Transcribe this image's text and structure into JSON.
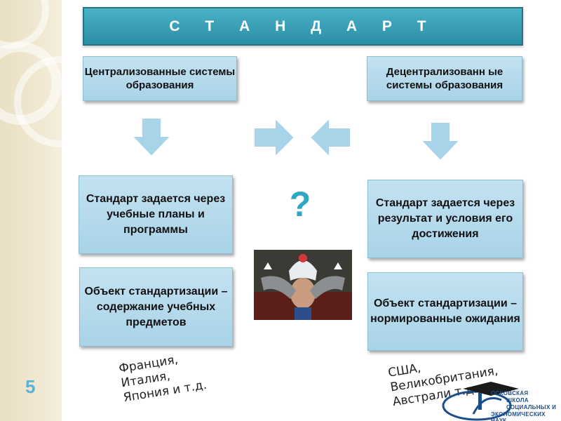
{
  "header": {
    "title": "С Т А Н Д А Р Т"
  },
  "left_column": {
    "system": "Централизованные системы образования",
    "standard": "Стандарт задается через  учебные планы и программы",
    "object": "Объект стандартизации – содержание учебных предметов",
    "countries": "Франция,\nИталия,\nЯпония и т.д."
  },
  "right_column": {
    "system": "Децентрализованн ые системы образования",
    "standard": "Стандарт задается через  результат и условия его достижения",
    "object": "Объект стандартизации – нормированные ожидания",
    "countries": "США,\nВеликобритания,\nАвстрали  т.д."
  },
  "question_mark": "?",
  "page_number": "5",
  "logo": {
    "line1": "ОСКОВСКАЯ",
    "line2": "ШКОЛА",
    "line3": "СОЦИАЛЬНЫХ И",
    "line4": "ЭКОНОМИЧЕСКИХ НАУК"
  },
  "colors": {
    "header": "#2b8fa6",
    "box": "#b3d9eb",
    "arrow": "#a8d4ea",
    "question": "#2fa6c5",
    "page_number": "#5ab4d6"
  },
  "icons": [
    "arrow-down-icon",
    "arrow-right-icon",
    "arrow-left-icon"
  ]
}
